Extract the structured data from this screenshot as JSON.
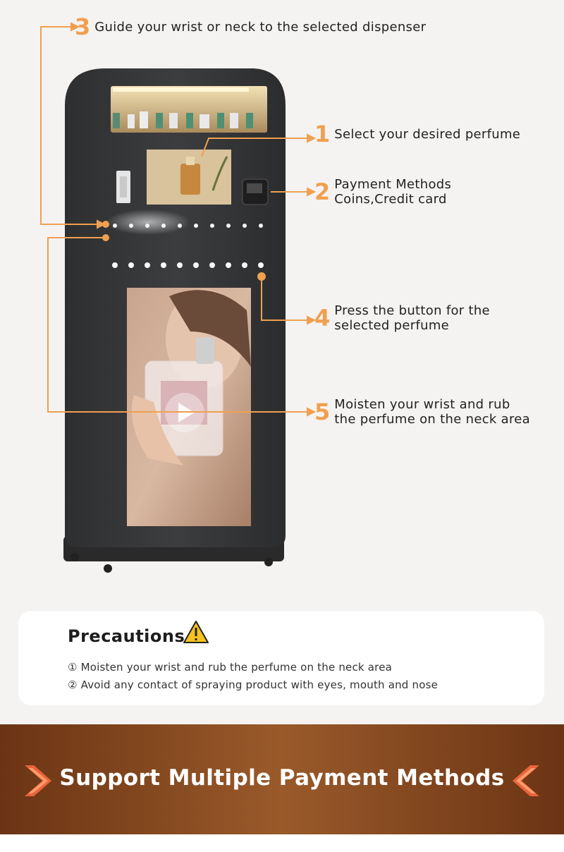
{
  "steps": {
    "s3": {
      "num": "3",
      "line1": "Guide your wrist or neck to the selected dispenser"
    },
    "s1": {
      "num": "1",
      "line1": "Select your desired perfume"
    },
    "s2": {
      "num": "2",
      "line1": "Payment Methods",
      "line2": "Coins,Credit card"
    },
    "s4": {
      "num": "4",
      "line1": "Press the button for the",
      "line2": "selected perfume"
    },
    "s5": {
      "num": "5",
      "line1": "Moisten your wrist and rub",
      "line2": "the perfume on the neck area"
    }
  },
  "precautions": {
    "title": "Precautions",
    "item1": "① Moisten your wrist and rub the perfume on the neck area",
    "item2": "② Avoid any contact of spraying product with eyes, mouth and nose"
  },
  "banner": {
    "title": "Support Multiple Payment Methods"
  },
  "colors": {
    "accent": "#f0a050",
    "machine": "#38393b",
    "banner": "#8a4a20"
  },
  "icons": [
    "warning-icon",
    "chevron-right-icon",
    "chevron-left-icon",
    "play-icon"
  ]
}
